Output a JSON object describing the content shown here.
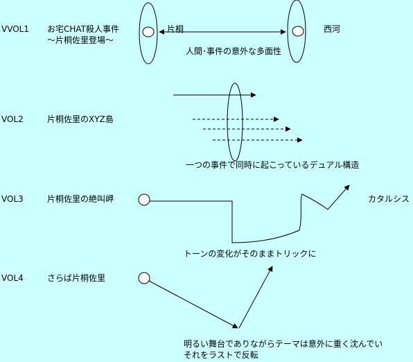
{
  "vol1": {
    "label": "VVOL1",
    "title_line1": "お宅CHAT殺人事件",
    "title_line2": "～片桐佐里登場～",
    "left_name": "片桐",
    "right_name": "西河",
    "caption": "人間･事件の意外な多面性"
  },
  "vol2": {
    "label": "VOL2",
    "title": "片桐佐里のXYZ島",
    "caption": "一つの事件で同時に起こっているデュアル構造"
  },
  "vol3": {
    "label": "VOL3",
    "title": "片桐佐里の絶叫岬",
    "end_label": "カタルシス",
    "caption": "トーンの変化がそのままトリックに"
  },
  "vol4": {
    "label": "VOL4",
    "title": "さらば片桐佐里",
    "caption_line1": "明るい舞台でありながらテーマは意外に重く沈んでい",
    "caption_line2": "それをラストで反転"
  }
}
